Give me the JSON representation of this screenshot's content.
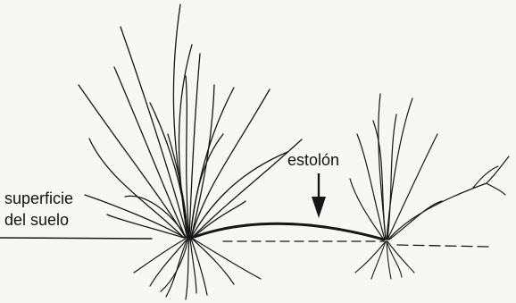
{
  "labels": {
    "soil_surface_line1": "superficie",
    "soil_surface_line2": "del suelo",
    "stolon": "estolón"
  },
  "colors": {
    "ink": "#161616",
    "paper": "#f7f7f5"
  }
}
